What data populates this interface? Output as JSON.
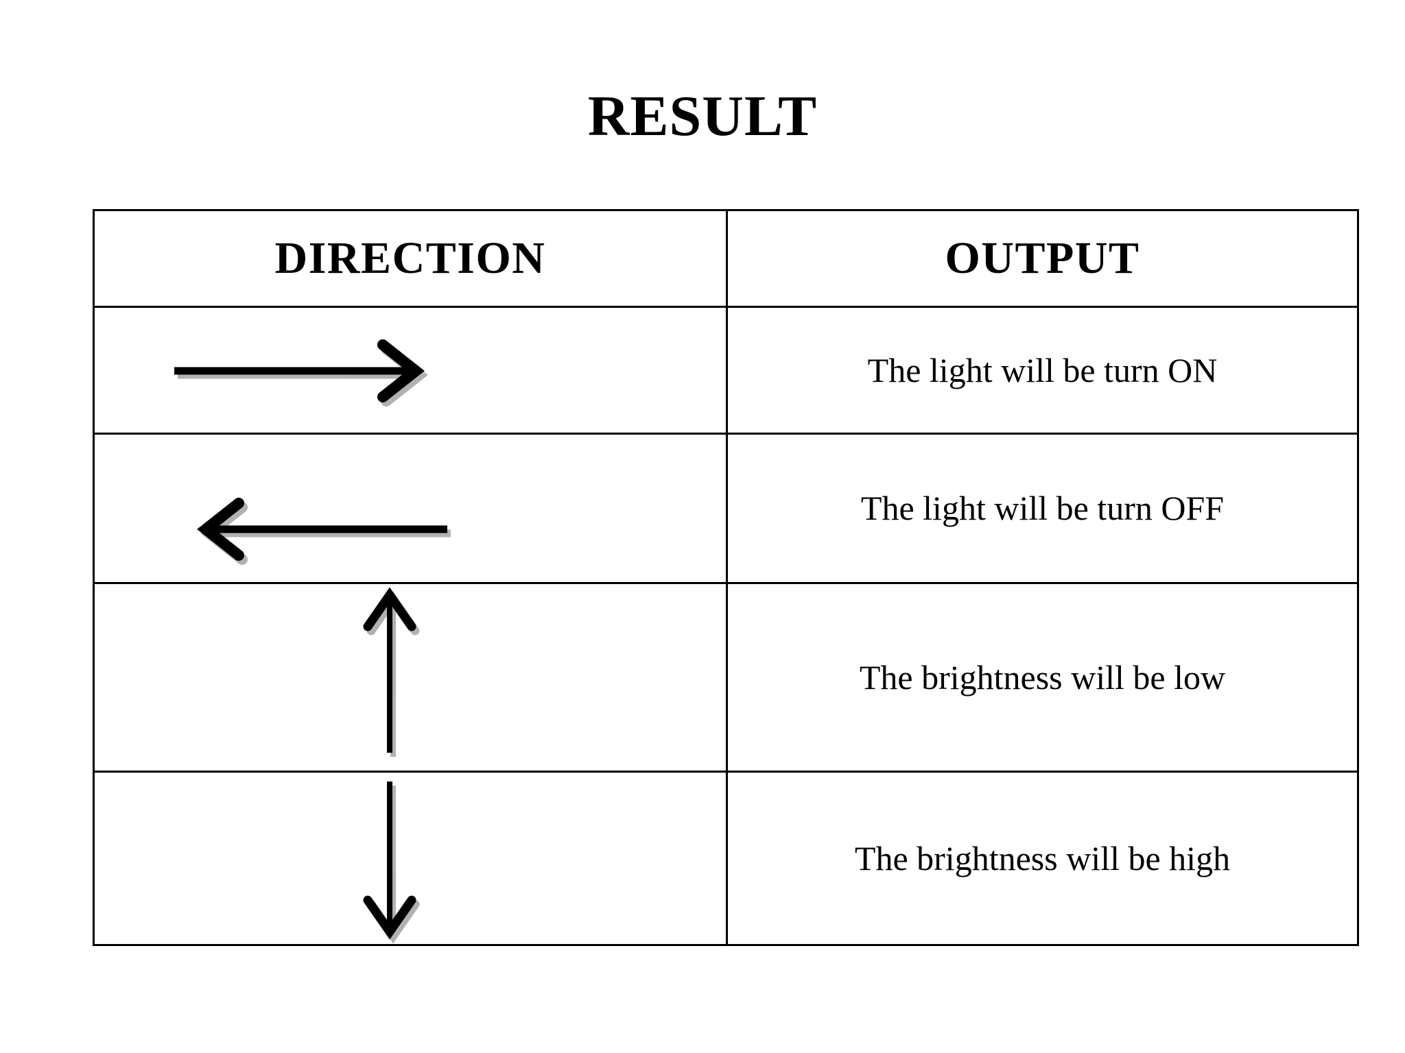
{
  "slide": {
    "title": "RESULT",
    "background_color": "#ffffff",
    "text_color": "#000000",
    "border_color": "#000000"
  },
  "table": {
    "headers": {
      "direction": "DIRECTION",
      "output": "OUTPUT"
    },
    "rows": [
      {
        "direction_icon": "arrow-right-icon",
        "direction_label": "right arrow",
        "output": "The light will be turn ON"
      },
      {
        "direction_icon": "arrow-left-icon",
        "direction_label": "left arrow",
        "output": "The light will be turn OFF"
      },
      {
        "direction_icon": "arrow-up-icon",
        "direction_label": "up arrow",
        "output": "The brightness will be low"
      },
      {
        "direction_icon": "arrow-down-icon",
        "direction_label": "down arrow",
        "output": "The brightness will be high"
      }
    ]
  }
}
